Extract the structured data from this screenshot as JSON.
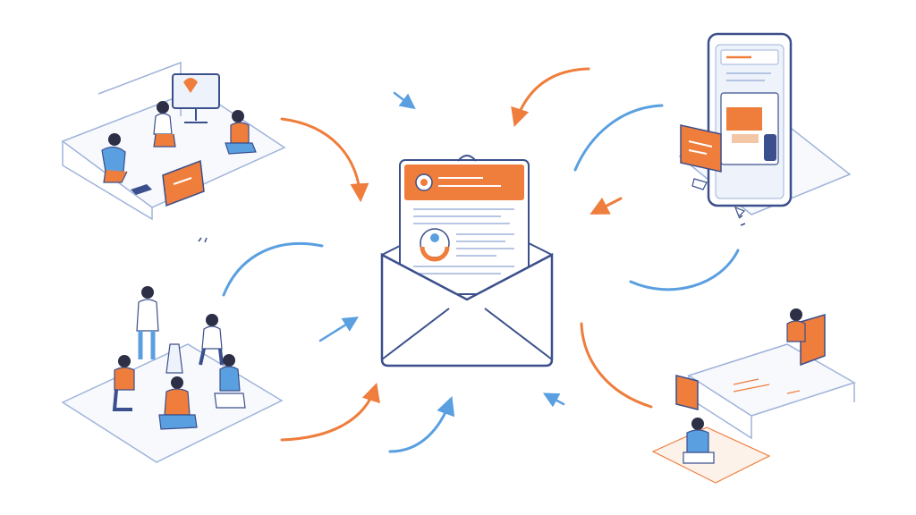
{
  "palette": {
    "orange": "#ef7d3c",
    "blue": "#5a9fe0",
    "outline": "#3b4f8c",
    "light_line": "#9fb3da",
    "skin": "#f3c7a6",
    "hair": "#2c2f45",
    "background": "#ffffff"
  },
  "scene": {
    "center": "email-envelope-with-newsletter",
    "vignettes": [
      "office-team-with-monitors",
      "group-meeting-circle",
      "mobile-phone-email-app",
      "desk-workstation-with-monitor"
    ],
    "arrows_toward_center": 6,
    "arrows_outgoing": 6
  },
  "icons": [
    "envelope-icon",
    "phone-icon",
    "monitor-icon",
    "laptop-icon",
    "chart-icon",
    "person-icon"
  ]
}
